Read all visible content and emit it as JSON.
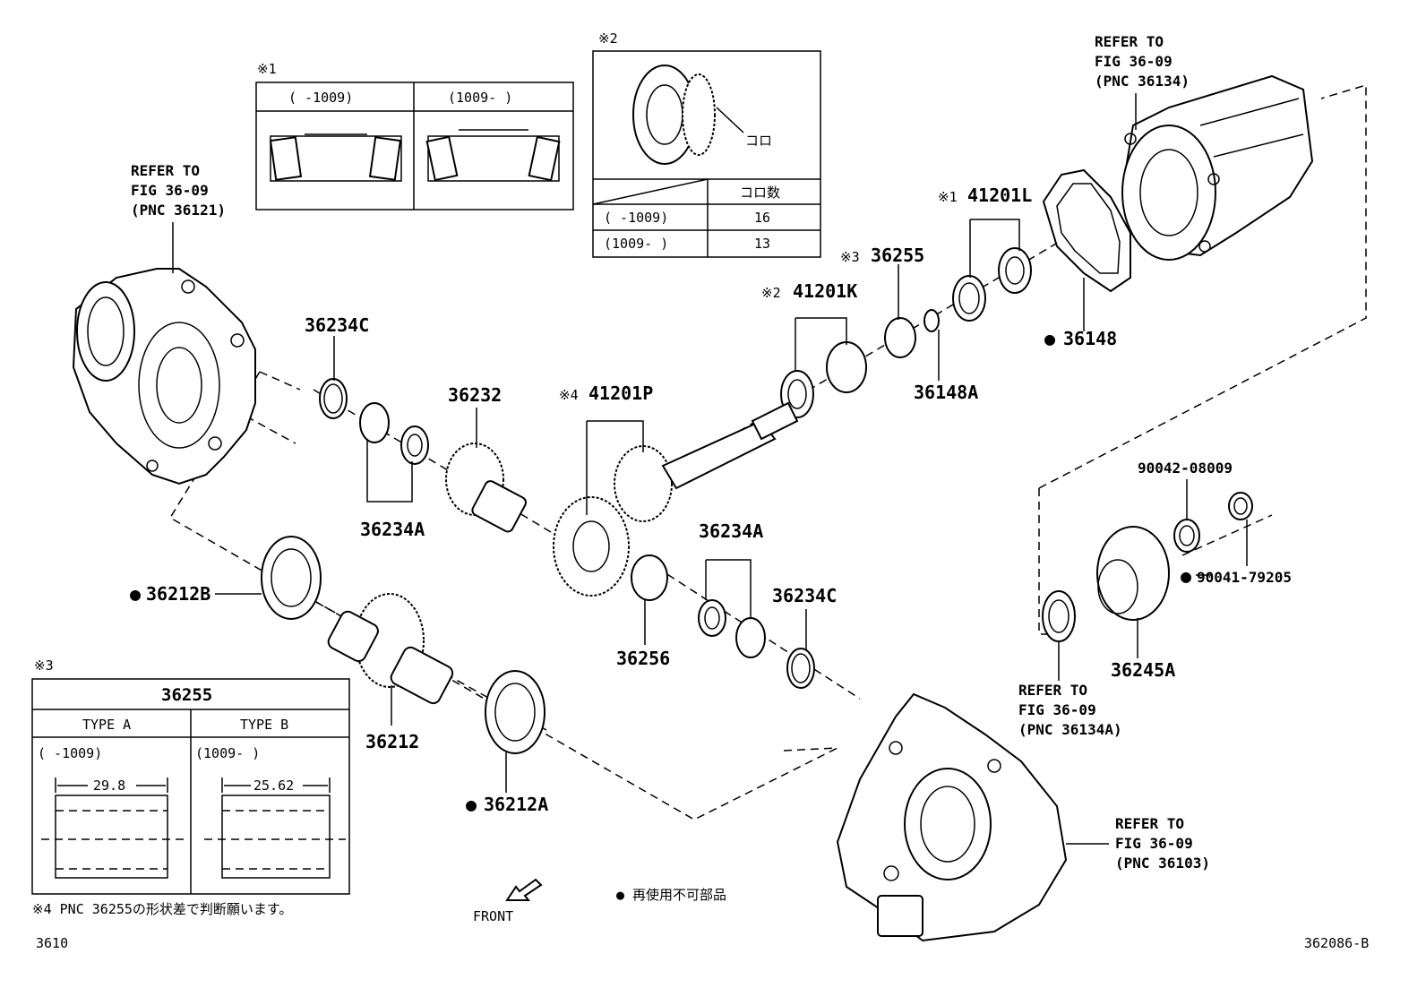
{
  "diagram": {
    "part_numbers": {
      "p36234C_top": "36234C",
      "p36234A_left": "36234A",
      "p36232": "36232",
      "p41201P": "41201P",
      "p41201K": "41201K",
      "p36255": "36255",
      "p41201L": "41201L",
      "p36148": "36148",
      "p36148A": "36148A",
      "p36212B": "36212B",
      "p36212": "36212",
      "p36212A": "36212A",
      "p36256": "36256",
      "p36234A_right": "36234A",
      "p36234C_bottom": "36234C",
      "p90042": "90042-08009",
      "p90041": "90041-79205",
      "p36245A": "36245A"
    },
    "note_marks": {
      "m41201P": "※4",
      "m41201K": "※2",
      "m36255": "※3",
      "m41201L": "※1"
    },
    "non_reusable_mark": "●",
    "references": {
      "left": [
        "REFER TO",
        "FIG 36-09",
        "(PNC 36121)"
      ],
      "top_right": [
        "REFER TO",
        "FIG 36-09",
        "(PNC 36134)"
      ],
      "mid_right": [
        "REFER TO",
        "FIG 36-09",
        "(PNC 36134A)"
      ],
      "bottom_right": [
        "REFER TO",
        "FIG 36-09",
        "(PNC 36103)"
      ]
    }
  },
  "box1": {
    "mark": "※1",
    "col1": "(      -1009)",
    "col2": "(1009-      )"
  },
  "box2": {
    "mark": "※2",
    "callout": "コロ",
    "header": "コロ数",
    "rows": [
      {
        "range": "(      -1009)",
        "count": "16"
      },
      {
        "range": "(1009-      )",
        "count": "13"
      }
    ]
  },
  "box3": {
    "mark": "※3",
    "title": "36255",
    "type_a": "TYPE A",
    "type_b": "TYPE B",
    "range_a": "(      -1009)",
    "range_b": "(1009-      )",
    "dim_a": "29.8",
    "dim_b": "25.62"
  },
  "footer": {
    "note4": "※4 PNC 36255の形状差で判断願います。",
    "front": "FRONT",
    "legend": "● 再使用不可部品",
    "page_code": "3610",
    "fig_code": "362086-B"
  }
}
